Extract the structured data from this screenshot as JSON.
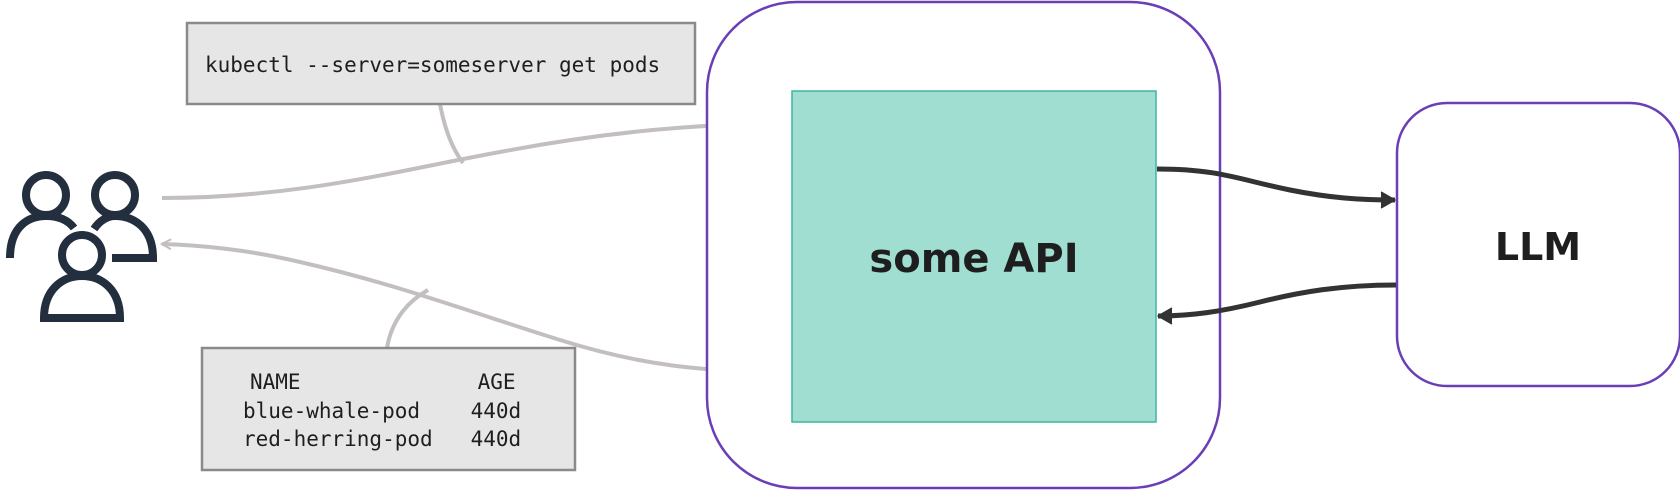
{
  "request": {
    "command": "kubectl --server=someserver get pods"
  },
  "response": {
    "header": "NAME              AGE",
    "rows": [
      "blue-whale-pod    440d",
      "red-herring-pod   440d"
    ]
  },
  "api": {
    "label": "some API"
  },
  "llm": {
    "label": "LLM"
  },
  "icons": {
    "users": "users-icon"
  },
  "colors": {
    "container_border": "#6a3fb5",
    "api_fill": "#9fded1",
    "api_border": "#3fb5a0",
    "box_fill": "#e6e6e6",
    "box_border": "#8a8a8a",
    "light_arrow": "#c4bfbf",
    "dark_arrow": "#333333",
    "icon": "#232f3e"
  }
}
